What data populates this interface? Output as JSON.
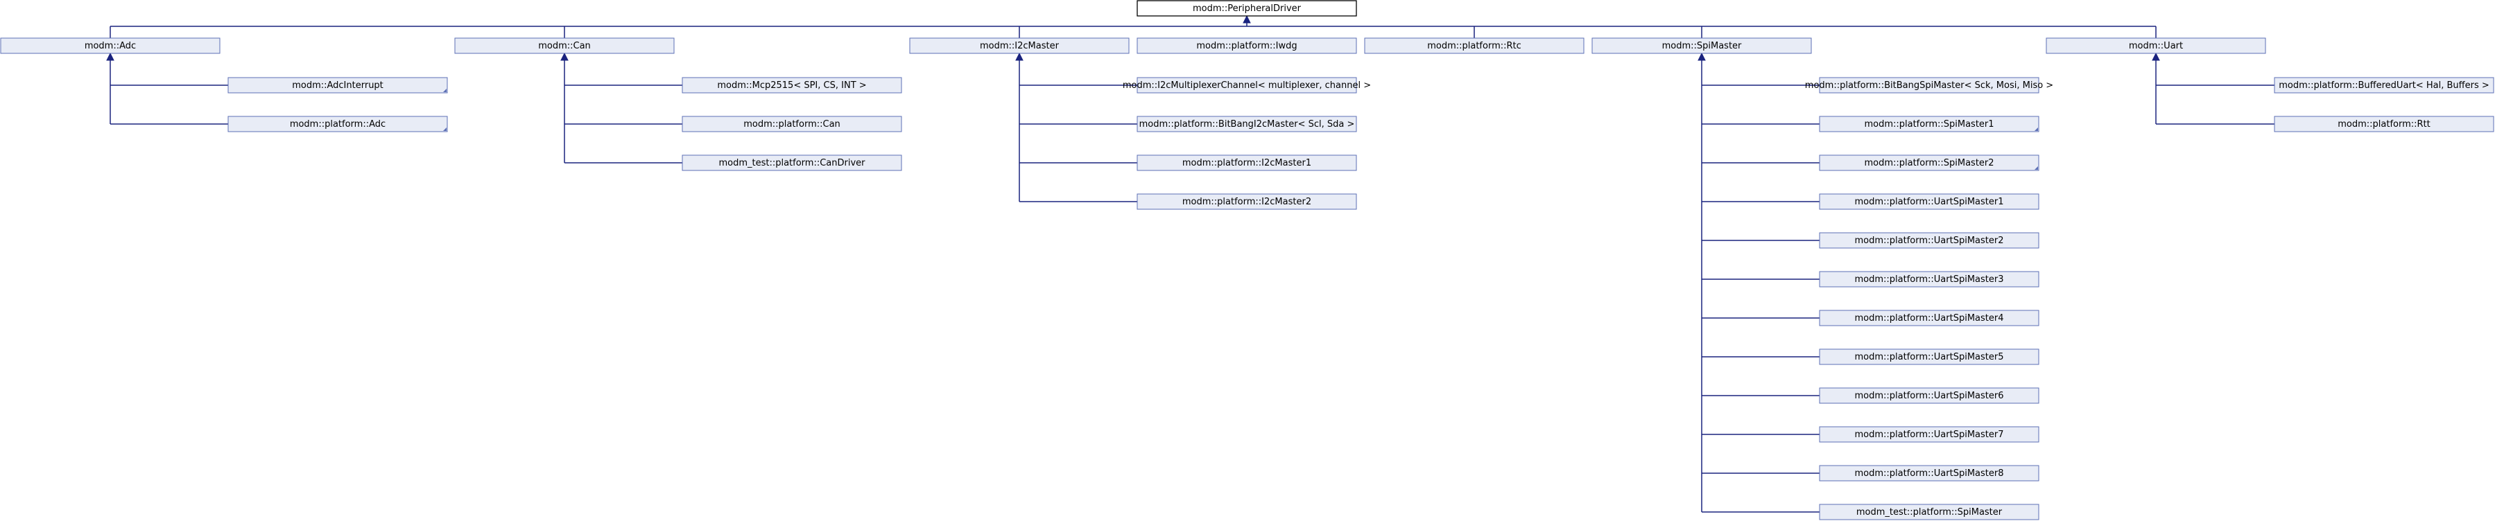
{
  "diagram": {
    "root": "modm::PeripheralDriver",
    "groups": [
      {
        "name": "modm::Adc",
        "children": [
          {
            "name": "modm::AdcInterrupt",
            "marked": true
          },
          {
            "name": "modm::platform::Adc",
            "marked": true
          }
        ]
      },
      {
        "name": "modm::Can",
        "children": [
          {
            "name": "modm::Mcp2515< SPI, CS, INT >",
            "marked": false
          },
          {
            "name": "modm::platform::Can",
            "marked": false
          },
          {
            "name": "modm_test::platform::CanDriver",
            "marked": false
          }
        ]
      },
      {
        "name": "modm::I2cMaster",
        "children": [
          {
            "name": "modm::I2cMultiplexerChannel< multiplexer, channel >",
            "marked": false
          },
          {
            "name": "modm::platform::BitBangI2cMaster< Scl, Sda >",
            "marked": false
          },
          {
            "name": "modm::platform::I2cMaster1",
            "marked": false
          },
          {
            "name": "modm::platform::I2cMaster2",
            "marked": false
          }
        ]
      },
      {
        "name": "modm::platform::Iwdg",
        "children": []
      },
      {
        "name": "modm::platform::Rtc",
        "children": []
      },
      {
        "name": "modm::SpiMaster",
        "children": [
          {
            "name": "modm::platform::BitBangSpiMaster< Sck, Mosi, Miso >",
            "marked": false
          },
          {
            "name": "modm::platform::SpiMaster1",
            "marked": true
          },
          {
            "name": "modm::platform::SpiMaster2",
            "marked": true
          },
          {
            "name": "modm::platform::UartSpiMaster1",
            "marked": false
          },
          {
            "name": "modm::platform::UartSpiMaster2",
            "marked": false
          },
          {
            "name": "modm::platform::UartSpiMaster3",
            "marked": false
          },
          {
            "name": "modm::platform::UartSpiMaster4",
            "marked": false
          },
          {
            "name": "modm::platform::UartSpiMaster5",
            "marked": false
          },
          {
            "name": "modm::platform::UartSpiMaster6",
            "marked": false
          },
          {
            "name": "modm::platform::UartSpiMaster7",
            "marked": false
          },
          {
            "name": "modm::platform::UartSpiMaster8",
            "marked": false
          },
          {
            "name": "modm_test::platform::SpiMaster",
            "marked": false
          }
        ]
      },
      {
        "name": "modm::Uart",
        "children": [
          {
            "name": "modm::platform::BufferedUart< Hal, Buffers >",
            "marked": false
          },
          {
            "name": "modm::platform::Rtt",
            "marked": false
          }
        ]
      }
    ],
    "colors": {
      "edge": "#1a237e",
      "node_fill": "#e8ecf6",
      "node_border": "#5c6fb5",
      "root_border": "#000000"
    }
  }
}
